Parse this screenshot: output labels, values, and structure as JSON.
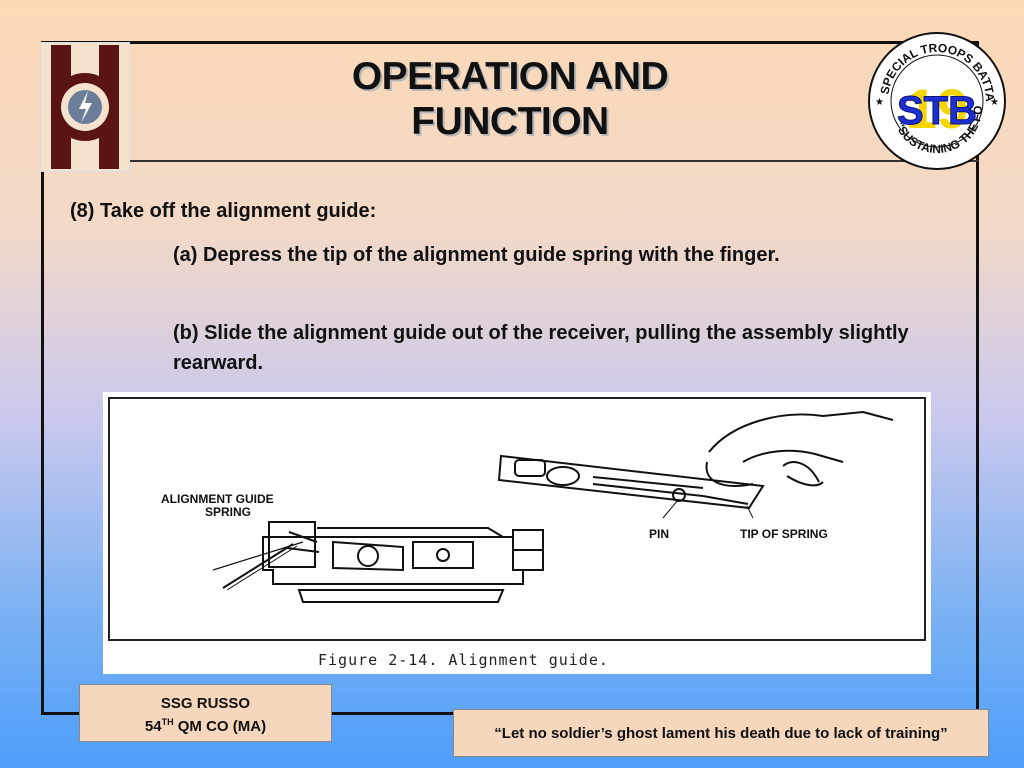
{
  "slide": {
    "title_line1": "OPERATION AND",
    "title_line2": "FUNCTION",
    "step": "(8) Take off the alignment guide:",
    "sub_a": "(a) Depress the tip of the alignment guide spring with the finger.",
    "sub_b": "(b) Slide the alignment guide out of the receiver, pulling the assembly slightly rearward."
  },
  "seal": {
    "ring_text": "SPECIAL TROOPS BATTALION",
    "motto": "\"SUSTAINING THE FORCE\"",
    "letters": "STB",
    "number": "19"
  },
  "figure": {
    "label_spring_line1": "ALIGNMENT GUIDE",
    "label_spring_line2": "SPRING",
    "label_pin": "PIN",
    "label_tip": "TIP OF SPRING",
    "caption": "Figure 2-14.   Alignment guide."
  },
  "footer": {
    "author_line1": "SSG RUSSO",
    "author_line2_num": "54",
    "author_line2_sup": "TH",
    "author_line2_rest": " QM CO (MA)",
    "quote": "“Let no soldier’s ghost  lament his death due to lack of training”"
  },
  "colors": {
    "emblem_maroon": "#5a1414",
    "emblem_cream": "#f4e2cf",
    "seal_blue": "#1e2fcf",
    "seal_yellow": "#f5d400"
  }
}
